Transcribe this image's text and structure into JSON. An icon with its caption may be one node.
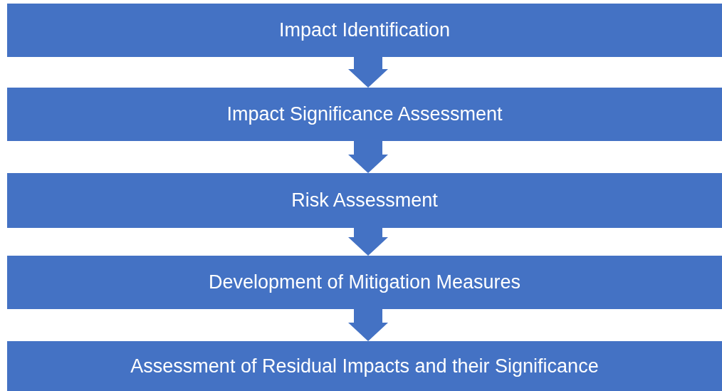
{
  "diagram": {
    "nodes": [
      {
        "text": [
          "Impact Identification"
        ]
      },
      {
        "text": [
          "Impact Significance Assessment"
        ]
      },
      {
        "text": [
          "Risk Assessment"
        ]
      },
      {
        "text": [
          "Development of Mitigation Measures"
        ]
      },
      {
        "text": [
          "Assessment of Residual Impacts and their Significance"
        ]
      }
    ],
    "edges": [
      {
        "from": 0,
        "to": 1,
        "arrow": "to"
      },
      {
        "from": 1,
        "to": 2,
        "arrow": "to"
      },
      {
        "from": 2,
        "to": 3,
        "arrow": "to"
      },
      {
        "from": 3,
        "to": 4,
        "arrow": "to"
      }
    ]
  }
}
